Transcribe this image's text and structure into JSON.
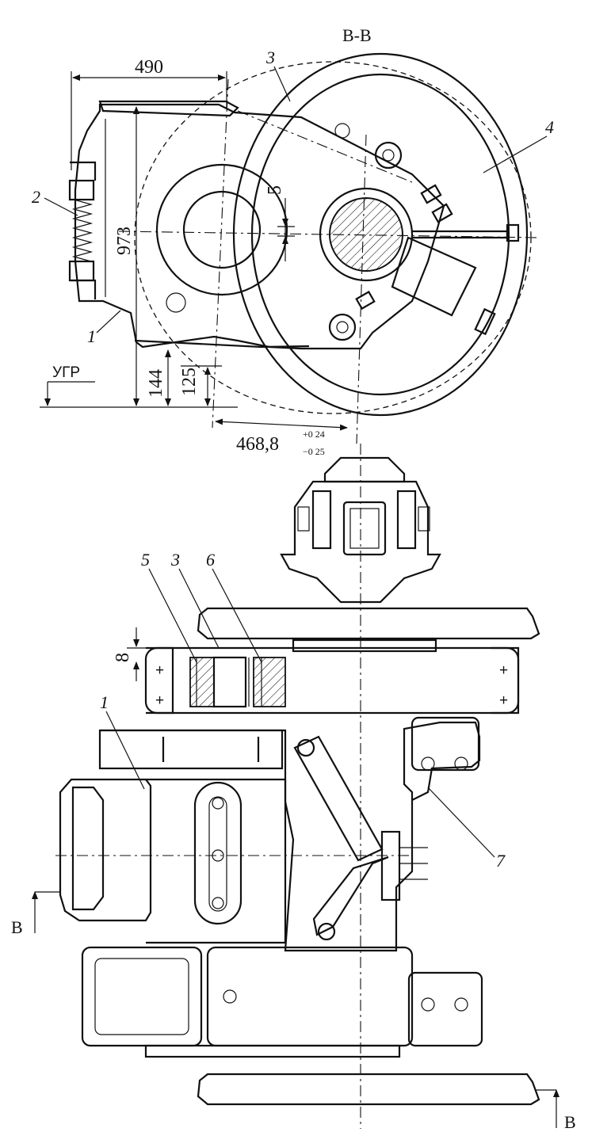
{
  "section_title": "В-В",
  "callouts": {
    "top_1": "1",
    "top_2": "2",
    "top_3": "3",
    "top_4": "4",
    "bottom_1": "1",
    "bottom_3": "3",
    "bottom_5": "5",
    "bottom_6": "6",
    "bottom_7": "7"
  },
  "dimensions": {
    "width_490": "490",
    "height_973": "973",
    "offset_5": "5",
    "height_144": "144",
    "height_125": "125",
    "centre_distance": "468,8",
    "tol_upper": "+0 24",
    "tol_lower": "−0 25",
    "gap_8": "8"
  },
  "rail_label": "УГР",
  "section_mark_left": "В",
  "section_mark_right": "В"
}
